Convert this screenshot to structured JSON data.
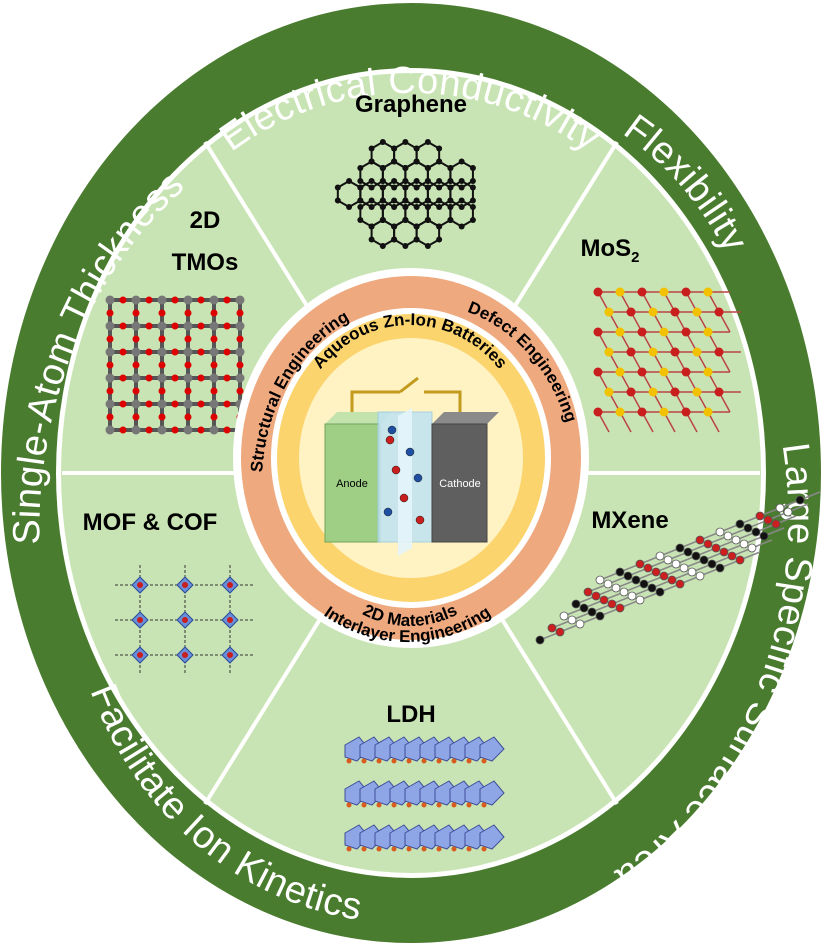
{
  "outer_ring": {
    "top": "Electrical Conductivity",
    "top_right": "Flexibility",
    "right": "Large Specific Surface Area",
    "bottom_left": "Facilitate Ion Kinetics",
    "left": "Single-Atom Thickness"
  },
  "segments": {
    "graphene": "Graphene",
    "mos2_base": "MoS",
    "mos2_sub": "2",
    "tmos_line1": "2D",
    "tmos_line2": "TMOs",
    "mxene": "MXene",
    "ldh": "LDH",
    "mof_cof": "MOF & COF"
  },
  "engineering_ring": {
    "structural": "Structural Engineering",
    "defect": "Defect Engineering",
    "interlayer": "Interlayer Engineering"
  },
  "inner_ring": {
    "top": "Aqueous Zn-Ion Batteries",
    "bottom": "2D Materials"
  },
  "battery": {
    "anode": "Anode",
    "cathode": "Cathode"
  },
  "colors": {
    "outer_ring": "#4a7c2f",
    "segment_fill": "#c9e4b4",
    "orange_ring": "#efa97f",
    "yellow_ring": "#fbd46d",
    "core": "#fff3c4",
    "anode": "#9fcf85",
    "cathode": "#5f5f5f",
    "electrolyte": "#bfe3f3"
  }
}
